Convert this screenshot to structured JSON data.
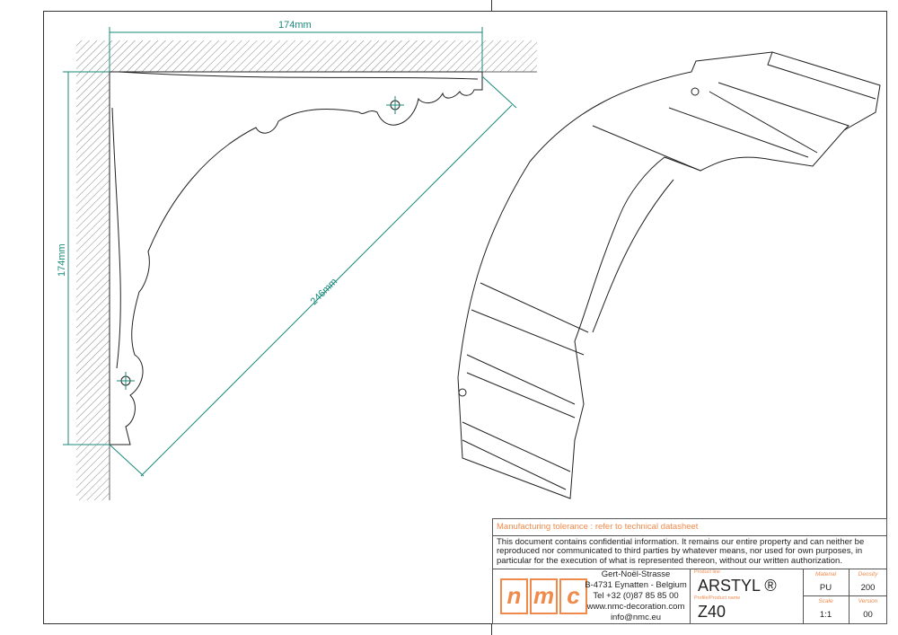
{
  "drawing": {
    "dim_width": "174mm",
    "dim_height": "174mm",
    "dim_diagonal": "246mm",
    "accent_color": "#1a8a7a"
  },
  "title_block": {
    "tolerance_note": "Manufacturing tolerance : refer to technical datasheet",
    "confidentiality": "This document contains confidential information. It remains our entire property and can neither be reproduced nor communicated to third parties by whatever means, nor used for own purposes, in particular for the execution of what is represented thereon, without our written authorization.",
    "logo_letters": [
      "n",
      "m",
      "c"
    ],
    "address": [
      "Gert-Noël-Strasse",
      "B-4731 Eynatten - Belgium",
      "Tel +32 (0)87 85 85 00",
      "www.nmc-decoration.com",
      "info@nmc.eu"
    ],
    "product_line_label": "Product line",
    "product_line": "ARSTYL ®",
    "product_name_label": "Profile/Product name",
    "product_name": "Z40",
    "material_label": "Material",
    "material": "PU",
    "density_label": "Density",
    "density": "200",
    "scale_label": "Scale",
    "scale": "1:1",
    "version_label": "Version",
    "version": "00",
    "brand_color": "#f08a4b"
  }
}
